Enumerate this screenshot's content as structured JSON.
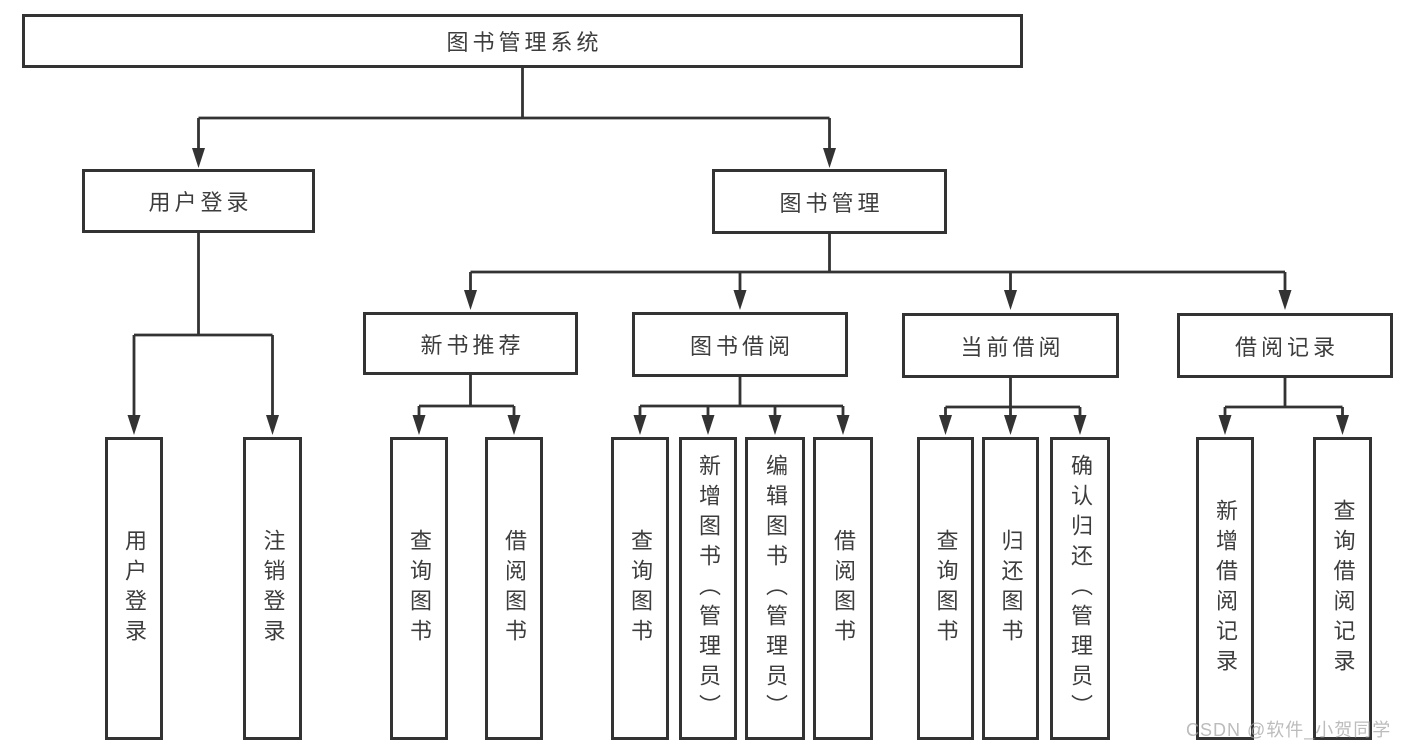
{
  "diagram": {
    "root": {
      "label": "图书管理系统"
    },
    "branches": [
      {
        "label": "用户登录",
        "children": [
          {
            "label": "用户登录"
          },
          {
            "label": "注销登录"
          }
        ]
      },
      {
        "label": "图书管理",
        "children": [
          {
            "label": "新书推荐",
            "children": [
              {
                "label": "查询图书"
              },
              {
                "label": "借阅图书"
              }
            ]
          },
          {
            "label": "图书借阅",
            "children": [
              {
                "label": "查询图书"
              },
              {
                "label": "新增图书（管理员）"
              },
              {
                "label": "编辑图书（管理员）"
              },
              {
                "label": "借阅图书"
              }
            ]
          },
          {
            "label": "当前借阅",
            "children": [
              {
                "label": "查询图书"
              },
              {
                "label": "归还图书"
              },
              {
                "label": "确认归还（管理员）"
              }
            ]
          },
          {
            "label": "借阅记录",
            "children": [
              {
                "label": "新增借阅记录"
              },
              {
                "label": "查询借阅记录"
              }
            ]
          }
        ]
      }
    ]
  },
  "watermark": {
    "text": "CSDN @软件_小贺同学"
  },
  "colors": {
    "line": "#333333",
    "box_border": "#333333",
    "text": "#3d3d3d",
    "watermark": "#a6a6a6",
    "background": "#ffffff"
  }
}
